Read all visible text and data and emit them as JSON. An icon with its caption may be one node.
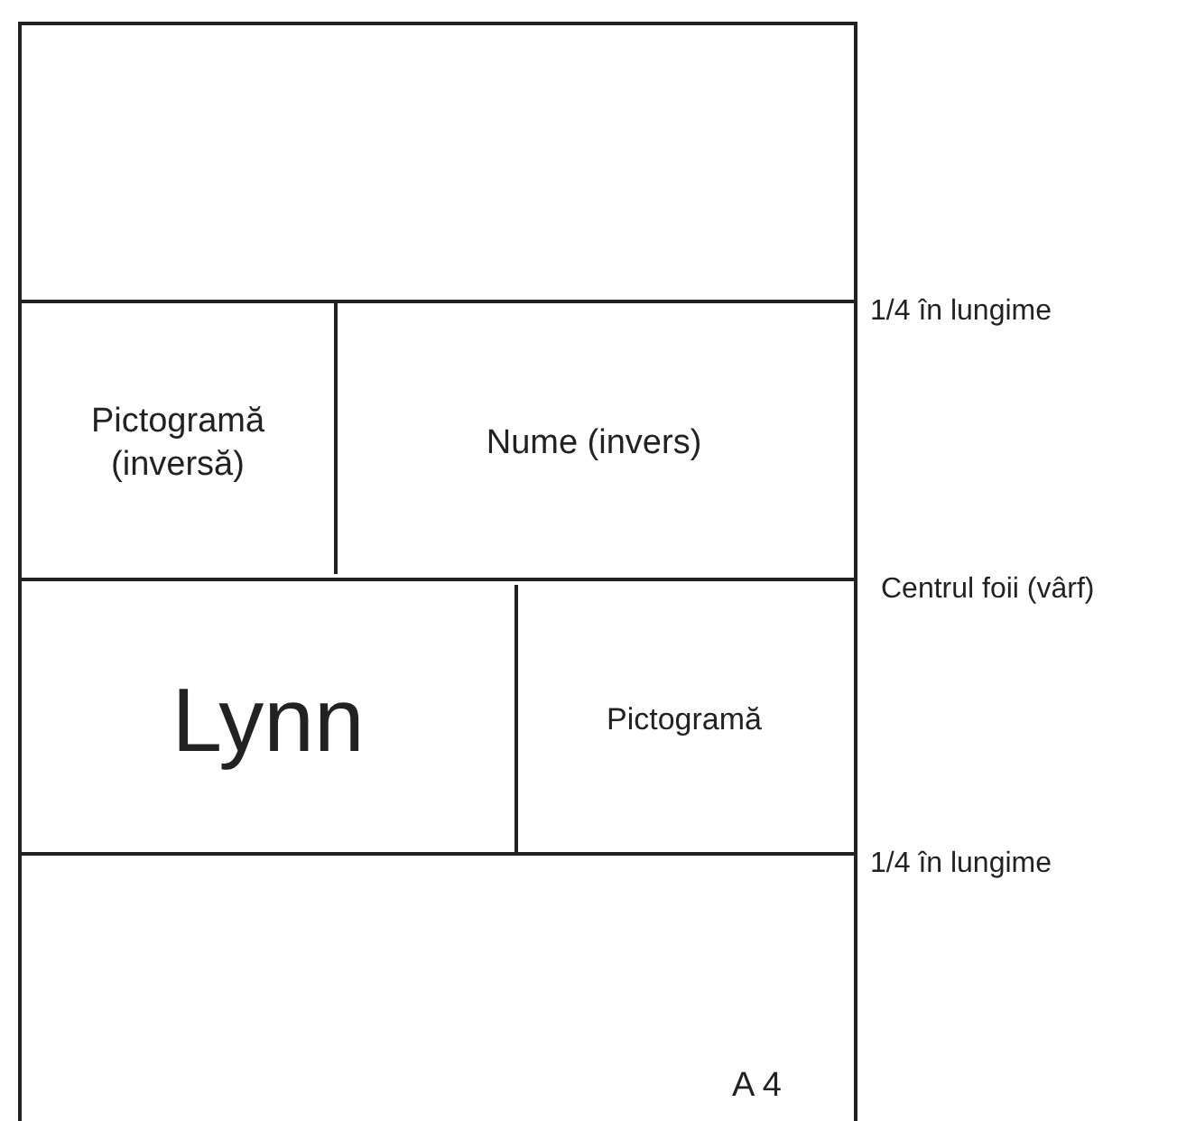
{
  "diagram": {
    "nodes": [
      {
        "text": [
          "A 4"
        ]
      },
      {
        "text": [
          "Pictogramă (inversă)"
        ],
        "in": 0
      },
      {
        "text": [
          "Nume (invers)"
        ],
        "in": 0
      },
      {
        "text": [
          "Lynn"
        ],
        "in": 0
      },
      {
        "text": [
          "Pictogramă"
        ],
        "in": 0
      }
    ],
    "labels": [
      "1/4 în lungime",
      "Centrul foii (vârf)",
      "1/4 în lungime"
    ]
  }
}
